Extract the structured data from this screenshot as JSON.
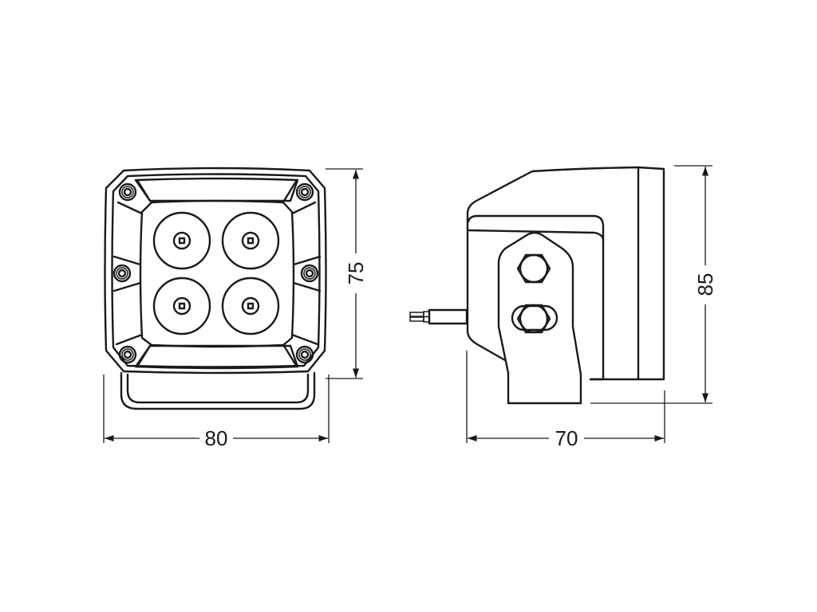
{
  "diagram": {
    "type": "technical dimension drawing",
    "views": [
      "front-view",
      "side-view"
    ],
    "dimensions": {
      "front_width": "80",
      "front_height": "75",
      "side_depth": "70",
      "side_height": "85"
    },
    "led_count": 4,
    "screw_count": 6
  }
}
